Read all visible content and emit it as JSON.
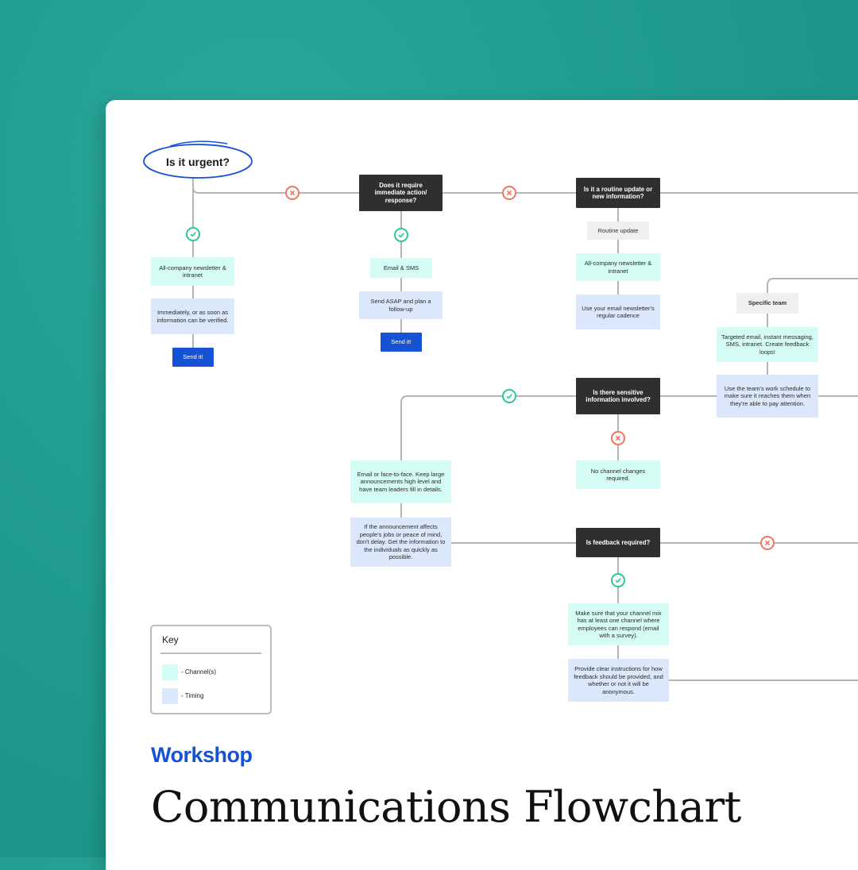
{
  "start": {
    "label": "Is it urgent?"
  },
  "urgent_branch": {
    "channel": "All-company newsletter & intranet",
    "timing": "Immediately, or as soon as information can be verified.",
    "send": "Send it!"
  },
  "action_question": {
    "label": "Does it require immediate action/ response?"
  },
  "action_branch": {
    "channel": "Email & SMS",
    "timing": "Send ASAP and plan a follow-up",
    "send": "Send it!"
  },
  "routine_question": {
    "label": "Is it a routine update or new information?"
  },
  "routine_branch": {
    "option": "Routine update",
    "channel": "All-company newsletter & intranet",
    "timing": "Use your email newsletter's regular cadence"
  },
  "team_branch": {
    "option": "Specific team",
    "channel": "Targeted email, instant messaging, SMS, intranet. Create feedback loops!",
    "timing": "Use the team's work schedule to make sure it reaches them when they're able to pay attention."
  },
  "sensitive_question": {
    "label": "Is there sensitive information involved?"
  },
  "sensitive_yes": {
    "channel": "Email or face-to-face. Keep large announcements high level and have team leaders fill in details.",
    "timing": "If the announcement affects people's jobs or peace of mind, don't delay. Get the information to the individuals as quickly as possible."
  },
  "sensitive_no": {
    "channel": "No channel changes required."
  },
  "feedback_question": {
    "label": "Is feedback required?"
  },
  "feedback_yes": {
    "channel": "Make sure that your channel mix has at least one channel where employees can respond (email with a survey).",
    "timing": "Provide clear instructions for how feedback should be provided, and whether or not it will be anonymous."
  },
  "key": {
    "title": "Key",
    "items": [
      {
        "label": "- Channel(s)",
        "color": "#d4fbf4"
      },
      {
        "label": "- Timing",
        "color": "#dbe8fb"
      }
    ]
  },
  "brand": "Workshop",
  "title": "Communications Flowchart",
  "colors": {
    "background": "#1f9a8d",
    "question": "#2f2f2f",
    "channel": "#d4fbf4",
    "timing": "#dbe8fb",
    "send": "#1652d4",
    "yes": "#2cc98f",
    "no": "#f0775e",
    "connector": "#b5b5b5"
  }
}
